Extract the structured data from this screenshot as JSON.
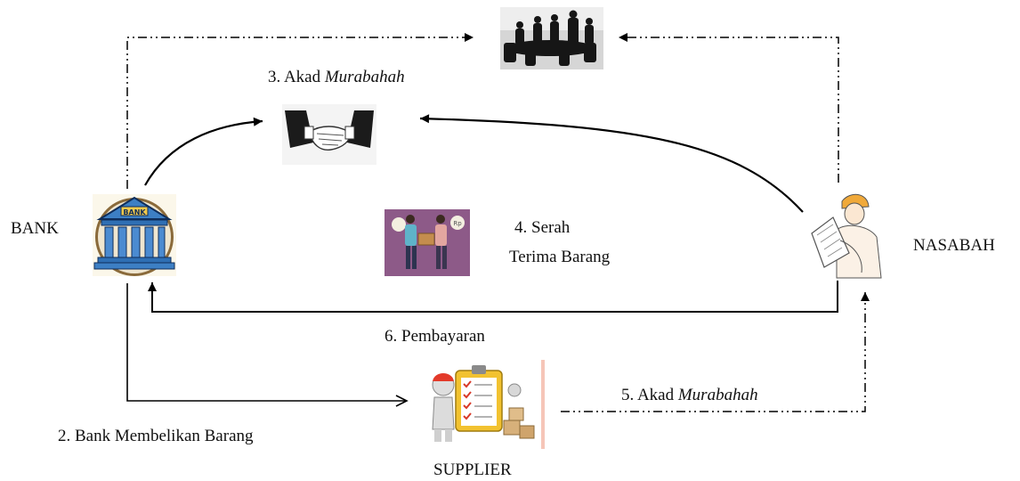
{
  "nodes": {
    "bank": {
      "label": "BANK",
      "icon": "bank-building-icon"
    },
    "nasabah": {
      "label": "NASABAH",
      "icon": "customer-engineer-icon"
    },
    "supplier": {
      "label": "SUPPLIER",
      "icon": "supplier-clipboard-icon"
    },
    "meeting": {
      "icon": "meeting-room-icon"
    },
    "handshake": {
      "icon": "handshake-icon"
    },
    "handover": {
      "icon": "goods-handover-icon"
    }
  },
  "steps": {
    "step2": "2. Bank Membelikan Barang",
    "step3": {
      "prefix": "3. Akad ",
      "emph": "Murabahah"
    },
    "step4": {
      "line1": "4. Serah",
      "line2": "Terima Barang"
    },
    "step5": {
      "prefix": "5. Akad ",
      "emph": "Murabahah"
    },
    "step6": "6. Pembayaran"
  }
}
